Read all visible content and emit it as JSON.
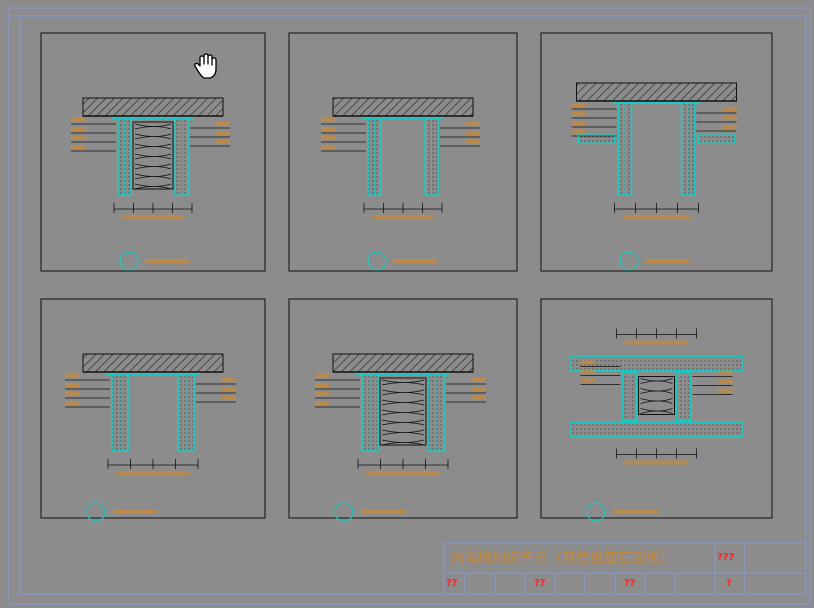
{
  "colors": {
    "background": "#8c8c8c",
    "frame_line": "#8898d8",
    "panel_border": "#101010",
    "annotation": "#c8893a",
    "wall_cyan": "#1fc8c0",
    "hatch": "#202020",
    "marker_red": "#ff2020",
    "cursor_white": "#ffffff"
  },
  "title_block": {
    "title": "内隔墙构造节点（双层纸面石膏板）",
    "code_marks": [
      "???",
      "??",
      "??",
      "??",
      "?"
    ]
  },
  "cursor": {
    "icon": "hand-pan-icon"
  },
  "panels": [
    {
      "id": "a",
      "variant": "single-insulated"
    },
    {
      "id": "b",
      "variant": "single"
    },
    {
      "id": "c",
      "variant": "u-channel"
    },
    {
      "id": "d",
      "variant": "double"
    },
    {
      "id": "e",
      "variant": "double-insulated"
    },
    {
      "id": "f",
      "variant": "floor-crossing"
    }
  ]
}
